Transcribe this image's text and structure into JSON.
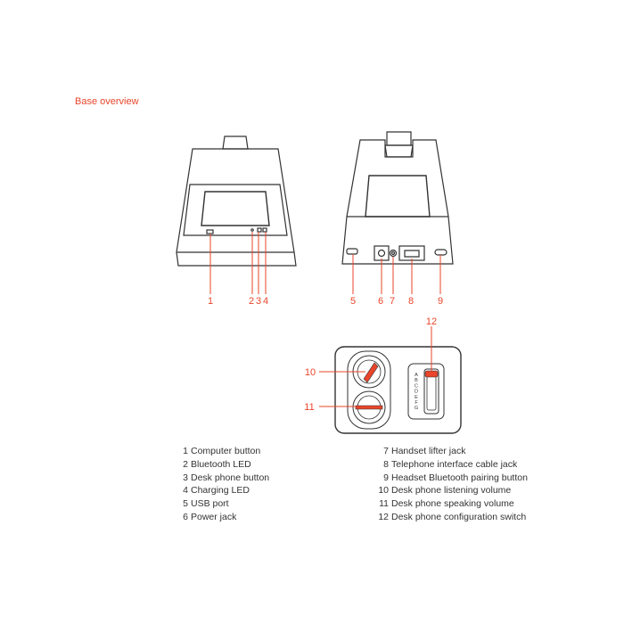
{
  "section_title": "Base overview",
  "callouts": [
    "1",
    "2",
    "3",
    "4",
    "5",
    "6",
    "7",
    "8",
    "9",
    "10",
    "11",
    "12"
  ],
  "legend_left": [
    {
      "num": "1",
      "label": "Computer button"
    },
    {
      "num": "2",
      "label": "Bluetooth LED"
    },
    {
      "num": "3",
      "label": "Desk phone button"
    },
    {
      "num": "4",
      "label": "Charging LED"
    },
    {
      "num": "5",
      "label": "USB port"
    },
    {
      "num": "6",
      "label": "Power jack"
    }
  ],
  "legend_right": [
    {
      "num": "7",
      "label": "Handset lifter jack"
    },
    {
      "num": "8",
      "label": "Telephone interface cable jack"
    },
    {
      "num": "9",
      "label": "Headset Bluetooth pairing button"
    },
    {
      "num": "10",
      "label": "Desk phone listening volume"
    },
    {
      "num": "11",
      "label": "Desk phone speaking volume"
    },
    {
      "num": "12",
      "label": "Desk phone configuration switch"
    }
  ],
  "switch_letters": [
    "A",
    "B",
    "C",
    "D",
    "E",
    "F",
    "G"
  ],
  "colors": {
    "accent": "#e8452a",
    "outline": "#333333"
  }
}
